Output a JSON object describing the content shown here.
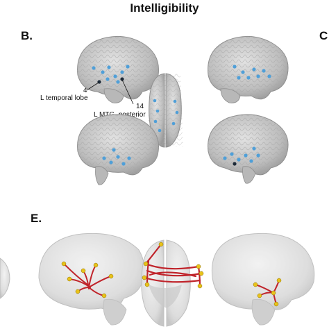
{
  "title": "Intelligibility",
  "panels": {
    "b": "B.",
    "c": "C",
    "e": "E."
  },
  "annotations": {
    "region1_number": "4",
    "region1_label": "L temporal lobe",
    "region2_number": "14",
    "region2_label": "L MTG, posterior"
  },
  "colors": {
    "brain_gray": "#bdbdbd",
    "node_blue": "#4f9fd8",
    "node_dark": "#1d2a38",
    "glass_brain": "#d9d9d9",
    "connection_red": "#c0242b",
    "node_yellow": "#e8c21a"
  }
}
